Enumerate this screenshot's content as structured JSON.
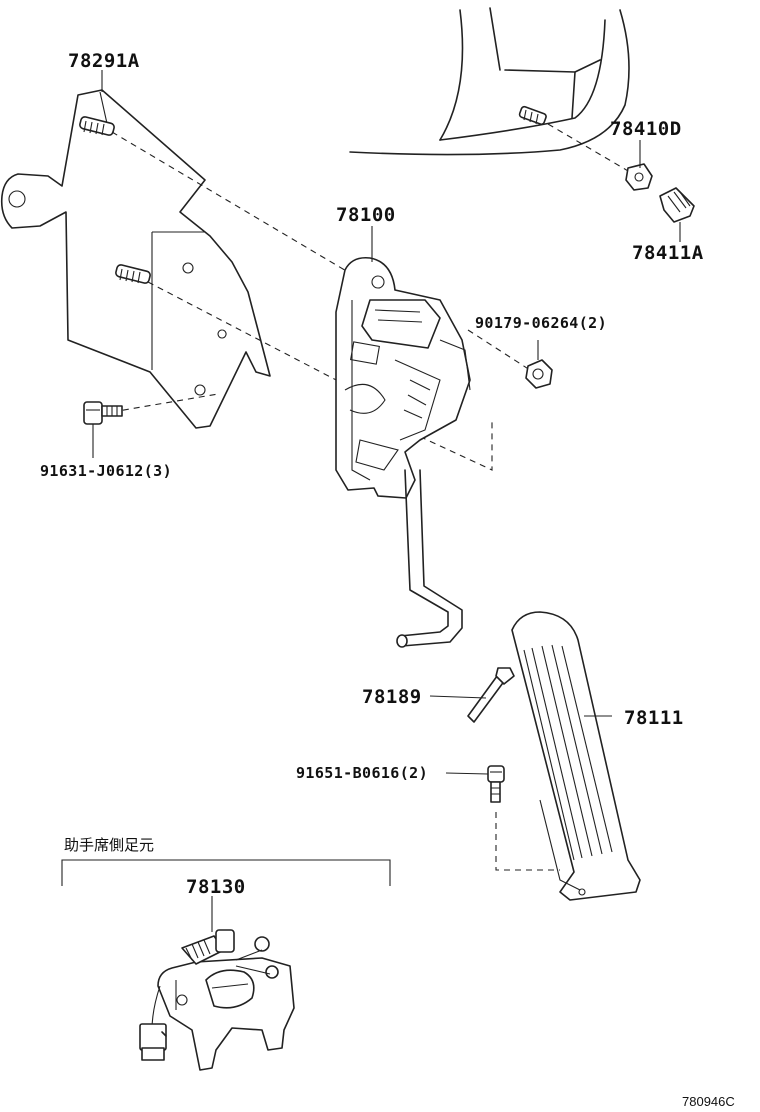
{
  "parts": [
    {
      "id": "78291A",
      "label": "78291A",
      "name": "bracket"
    },
    {
      "id": "78410D",
      "label": "78410D",
      "name": "nut"
    },
    {
      "id": "78411A",
      "label": "78411A",
      "name": "cap"
    },
    {
      "id": "78100",
      "label": "78100",
      "name": "pedal-sensor-assembly"
    },
    {
      "id": "90179-06264",
      "label": "90179-06264(2)",
      "name": "flange-nut"
    },
    {
      "id": "91631-J0612",
      "label": "91631-J0612(3)",
      "name": "bolt"
    },
    {
      "id": "78189",
      "label": "78189",
      "name": "stud"
    },
    {
      "id": "78111",
      "label": "78111",
      "name": "pedal-pad"
    },
    {
      "id": "91651-B0616",
      "label": "91651-B0616(2)",
      "name": "screw"
    },
    {
      "id": "78130",
      "label": "78130",
      "name": "passenger-pedal"
    }
  ],
  "section_note": "助手席側足元",
  "figure_id": "780946C"
}
